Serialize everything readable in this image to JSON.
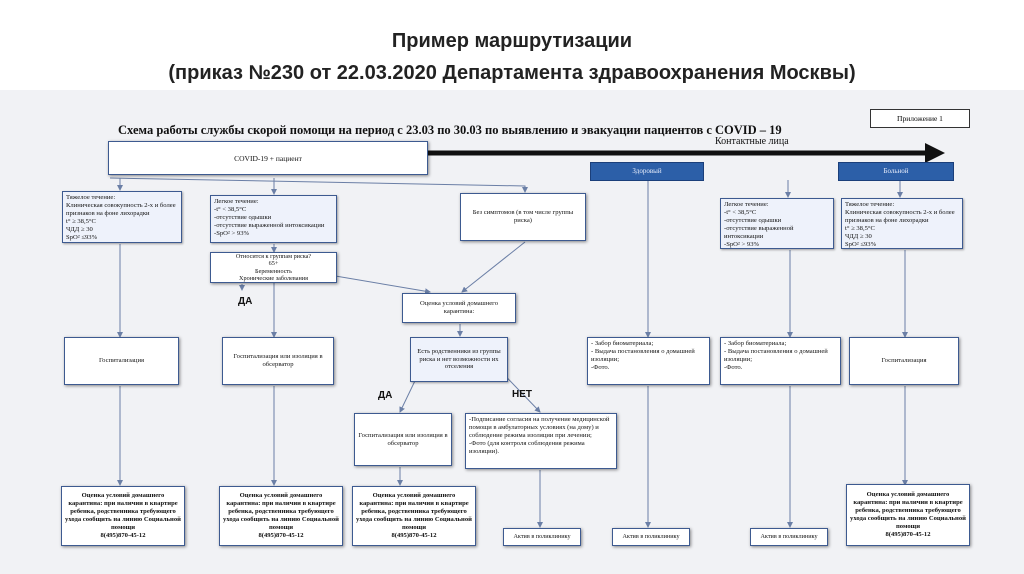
{
  "slide": {
    "title1": "Пример маршрутизации",
    "title2": "(приказ №230 от 22.03.2020 Департамента здравоохранения Москвы)"
  },
  "doc": {
    "appendix": "Приложение 1",
    "heading": "Схема работы службы скорой помощи на период с 23.03 по 30.03 по выявлению и эвакуации пациентов с COVID – 19",
    "contacts": "Контактные лица",
    "covid": "COVID-19 + пациент",
    "severe_left": "Тяжелое течение:\nКлиническая совокупность 2-х и более признаков на фоне лихорадки\nt° ≥ 38,5°С\nЧДД ≥ 30\nSpO² ≤93%",
    "mild_left": "Легкое течение:\n-t° < 38,5°С\n-отсутствие одышки\n-отсутствие выраженной интоксикации\n-SpO² > 93%",
    "asymptomatic": "Без симптомов (в том числе группы риска)",
    "risk_group": "Относится к группам риска?\n65+\nБеременность\nХронические заболевания",
    "yes1": "ДА",
    "home_eval": "Оценка условий домашнего карантина:",
    "relatives": "Есть родственники из группы риска и нет возможности их отселения",
    "yes2": "ДА",
    "no": "НЕТ",
    "hosp1": "Госпитализация",
    "hosp_obs1": "Госпитализация или изоляция в обсерватор",
    "hosp_obs2": "Госпитализация или изоляция в обсерватор",
    "consent": "-Подписание согласия на получение медицинской помощи в амбулаторных условиях (на дому) и соблюдение режима изоляции при лечении;\n-Фото (для контроля соблюдения режима изоляции).",
    "healthy": "Здоровый",
    "sick": "Больной",
    "bio1": "- Забор биоматериала;\n- Выдача постановления о домашней изоляции;\n-Фото.",
    "mild_right": "Легкое течение:\n-t° < 38,5°С\n-отсутствие одышки\n-отсутствие выраженной интоксикации\n-SpO² > 93%",
    "severe_right": "Тяжелое течение:\nКлиническая совокупность 2-х и более признаков на фоне лихорадки\nt° ≥ 38,5°С\nЧДД ≥ 30\nSpO² ≤93%",
    "bio2": "- Забор биоматериала;\n- Выдача постановления о домашней изоляции;\n-Фото.",
    "hosp2": "Госпитализация",
    "social": "Оценка условий домашнего карантина: при наличии в квартире ребенка, родственника требующего ухода сообщить на линию Социальной помощи\n8(495)870-45-12",
    "active": "Актив в поликлинику"
  }
}
